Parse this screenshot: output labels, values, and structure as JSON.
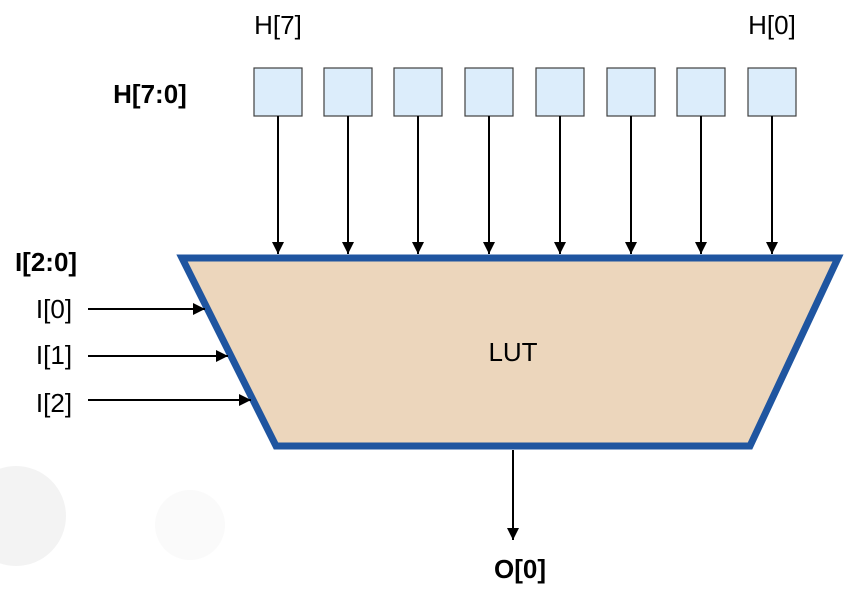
{
  "labels": {
    "h_msb": "H[7]",
    "h_lsb": "H[0]",
    "h_bus": "H[7:0]",
    "i_bus": "I[2:0]",
    "i_inputs": [
      "I[0]",
      "I[1]",
      "I[2]"
    ],
    "block": "LUT",
    "output": "O[0]"
  },
  "colors": {
    "register_fill": "#dcedfb",
    "register_stroke": "#404040",
    "lut_fill": "#ecd6bc",
    "lut_stroke": "#1f55a0",
    "wire": "#000000"
  }
}
